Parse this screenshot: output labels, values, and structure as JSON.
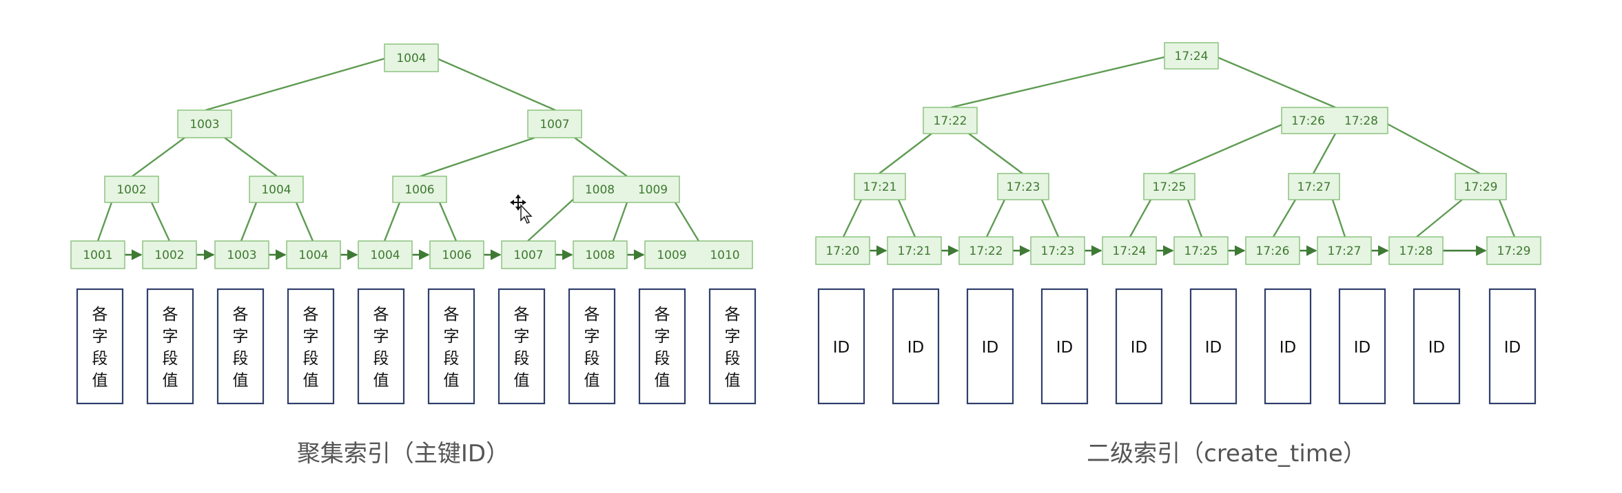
{
  "clustered": {
    "caption": "聚集索引（主键ID）",
    "root": "1004",
    "level2": [
      "1003",
      "1007"
    ],
    "level3": [
      [
        "1002"
      ],
      [
        "1004"
      ],
      [
        "1006"
      ],
      [
        "1008",
        "1009"
      ]
    ],
    "leaves": [
      "1001",
      "1002",
      "1003",
      "1004",
      "1004",
      "1006",
      "1007",
      "1008",
      "1009",
      "1010"
    ],
    "row_label": [
      "各",
      "字",
      "段",
      "值"
    ]
  },
  "secondary": {
    "caption": "二级索引（create_time）",
    "root": "17:24",
    "level2": [
      [
        "17:22"
      ],
      [
        "17:26",
        "17:28"
      ]
    ],
    "level3": [
      "17:21",
      "17:23",
      "17:25",
      "17:27",
      "17:29"
    ],
    "leaves": [
      "17:20",
      "17:21",
      "17:22",
      "17:23",
      "17:24",
      "17:25",
      "17:26",
      "17:27",
      "17:28",
      "17:29"
    ],
    "row_label": "ID"
  },
  "colors": {
    "node_fill": "#e6f4e2",
    "node_border": "#8cc47f",
    "edge": "#5e9b52",
    "row_border": "#2f3e6b"
  },
  "cursor_icon": "move-cursor-icon"
}
